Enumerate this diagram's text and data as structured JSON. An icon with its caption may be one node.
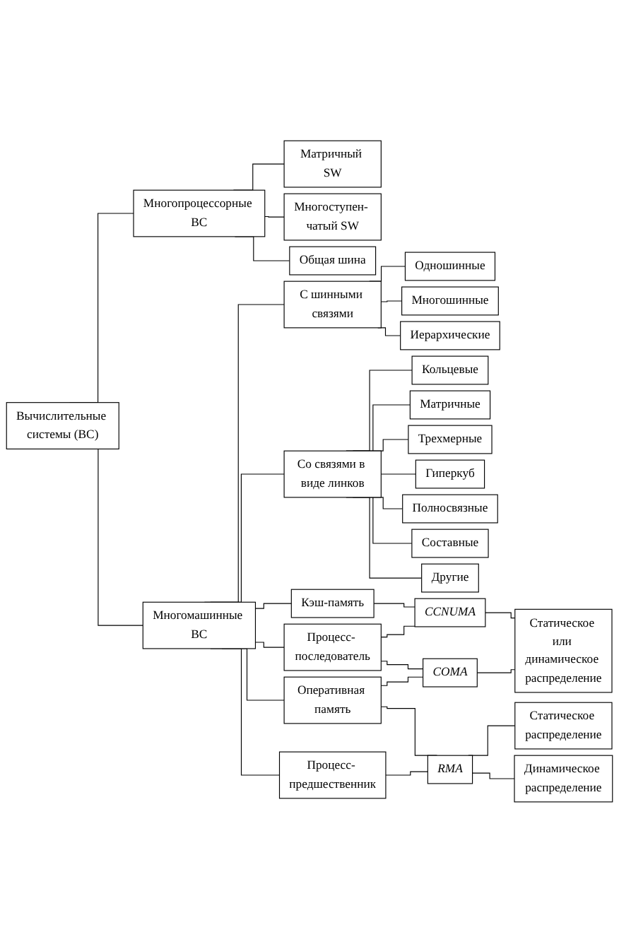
{
  "diagram": {
    "nodes": [
      {
        "text": [
          "Вычислительные системы (ВС)"
        ]
      },
      {
        "text": [
          "Многопроцессорные ВС"
        ]
      },
      {
        "text": [
          "Многомашинные ВС"
        ]
      },
      {
        "text": [
          "Матричный SW"
        ]
      },
      {
        "text": [
          "Многоступен- чатый SW"
        ]
      },
      {
        "text": [
          "Общая шина"
        ]
      },
      {
        "text": [
          "С шинными связями"
        ]
      },
      {
        "text": [
          "Со связями в виде линков"
        ]
      },
      {
        "text": [
          "Одношинные"
        ]
      },
      {
        "text": [
          "Многошинные"
        ]
      },
      {
        "text": [
          "Иерархические"
        ]
      },
      {
        "text": [
          "Кольцевые"
        ]
      },
      {
        "text": [
          "Матричные"
        ]
      },
      {
        "text": [
          "Трехмерные"
        ]
      },
      {
        "text": [
          "Гиперкуб"
        ]
      },
      {
        "text": [
          "Полносвязные"
        ]
      },
      {
        "text": [
          "Составные"
        ]
      },
      {
        "text": [
          "Другие"
        ]
      },
      {
        "text": [
          "Кэш-память"
        ]
      },
      {
        "text": [
          "Оперативная память"
        ]
      },
      {
        "text": [
          "Процесс- последователь"
        ]
      },
      {
        "text": [
          "Процесс- предшественник"
        ]
      },
      {
        "text": [
          "CCNUMA"
        ]
      },
      {
        "text": [
          "COMA"
        ]
      },
      {
        "text": [
          "RMA"
        ]
      },
      {
        "text": [
          "Статическое или динамическое распределение"
        ]
      },
      {
        "text": [
          "Статическое распределение"
        ]
      },
      {
        "text": [
          "Динамическое распределение"
        ]
      }
    ],
    "edges": [
      {
        "from": 0,
        "to": 1,
        "arrow": "none"
      },
      {
        "from": 0,
        "to": 2,
        "arrow": "none"
      },
      {
        "from": 1,
        "to": 3,
        "arrow": "none"
      },
      {
        "from": 1,
        "to": 4,
        "arrow": "none"
      },
      {
        "from": 1,
        "to": 5,
        "arrow": "none"
      },
      {
        "from": 2,
        "to": 6,
        "arrow": "none"
      },
      {
        "from": 2,
        "to": 7,
        "arrow": "none"
      },
      {
        "from": 6,
        "to": 8,
        "arrow": "none"
      },
      {
        "from": 6,
        "to": 9,
        "arrow": "none"
      },
      {
        "from": 6,
        "to": 10,
        "arrow": "none"
      },
      {
        "from": 7,
        "to": 11,
        "arrow": "none"
      },
      {
        "from": 7,
        "to": 12,
        "arrow": "none"
      },
      {
        "from": 7,
        "to": 13,
        "arrow": "none"
      },
      {
        "from": 7,
        "to": 14,
        "arrow": "none"
      },
      {
        "from": 7,
        "to": 15,
        "arrow": "none"
      },
      {
        "from": 7,
        "to": 16,
        "arrow": "none"
      },
      {
        "from": 7,
        "to": 17,
        "arrow": "none"
      },
      {
        "from": 2,
        "to": 18,
        "arrow": "none"
      },
      {
        "from": 2,
        "to": 19,
        "arrow": "none"
      },
      {
        "from": 2,
        "to": 20,
        "arrow": "none"
      },
      {
        "from": 2,
        "to": 21,
        "arrow": "none"
      },
      {
        "from": 18,
        "to": 22,
        "arrow": "none"
      },
      {
        "from": 20,
        "to": 22,
        "arrow": "none"
      },
      {
        "from": 20,
        "to": 23,
        "arrow": "none"
      },
      {
        "from": 19,
        "to": 23,
        "arrow": "none"
      },
      {
        "from": 19,
        "to": 24,
        "arrow": "none"
      },
      {
        "from": 21,
        "to": 24,
        "arrow": "none"
      },
      {
        "from": 22,
        "to": 25,
        "arrow": "none"
      },
      {
        "from": 23,
        "to": 25,
        "arrow": "none"
      },
      {
        "from": 24,
        "to": 26,
        "arrow": "none"
      },
      {
        "from": 24,
        "to": 27,
        "arrow": "none"
      }
    ]
  }
}
